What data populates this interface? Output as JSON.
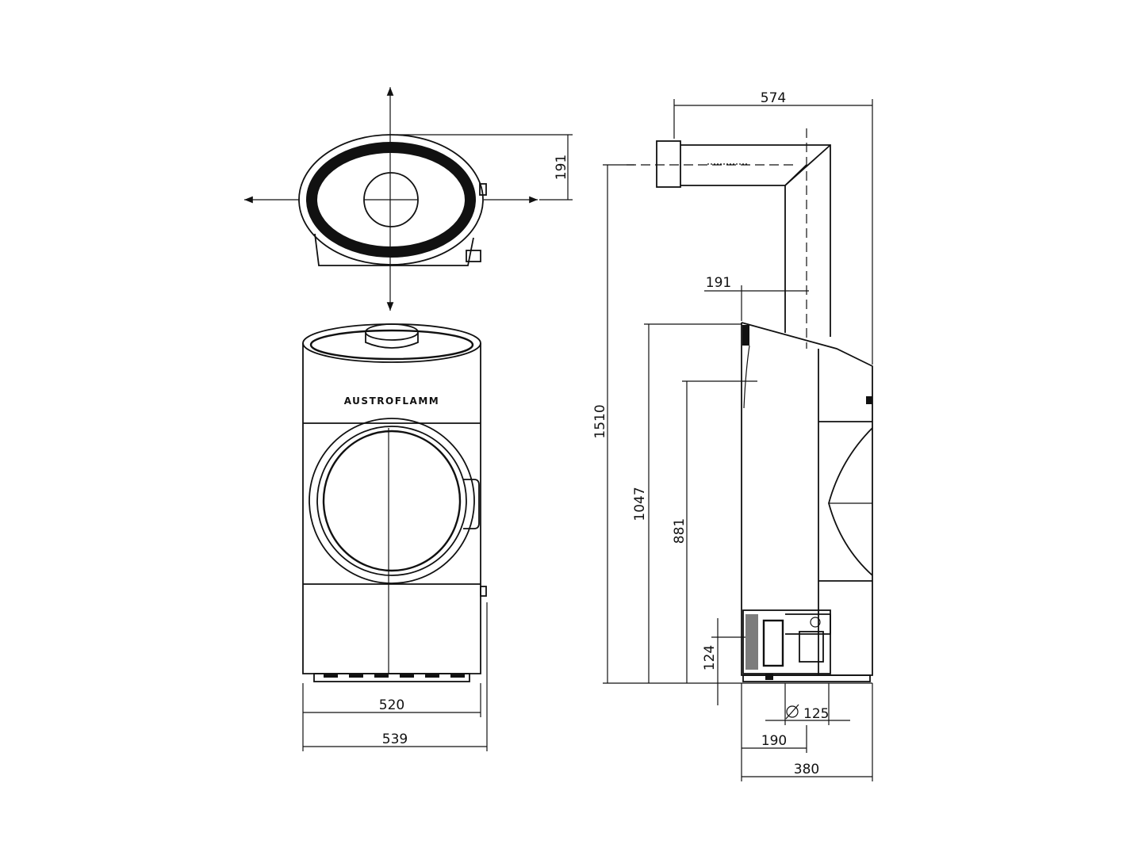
{
  "brand": "AUSTROFLAMM",
  "dimensions": {
    "top_view_offset": "191",
    "flue_width": "574",
    "flue_offset": "191",
    "total_height": "1510",
    "outlet_height": "1047",
    "door_height": "881",
    "air_inlet_height": "124",
    "air_inlet_diameter": "125",
    "air_inlet_offset": "190",
    "depth": "380",
    "body_width": "520",
    "overall_width": "539"
  }
}
